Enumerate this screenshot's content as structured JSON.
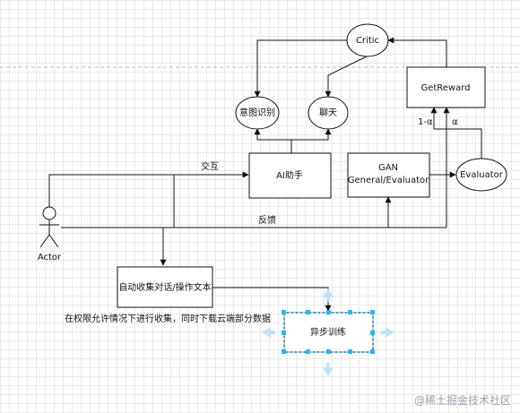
{
  "nodes": {
    "critic": "Critic",
    "intent": "意图识别",
    "chat": "聊天",
    "getreward": "GetReward",
    "ai_assistant": "AI助手",
    "gan_line1": "GAN",
    "gan_line2": "General/Evaluator",
    "evaluator": "Evaluator",
    "actor": "Actor",
    "auto_collect": "自动收集对话/操作文本",
    "async_train": "异步训练"
  },
  "edges": {
    "interact": "交互",
    "feedback": "反馈",
    "one_minus_alpha": "1-α",
    "alpha": "α"
  },
  "notes": {
    "collect_note": "在权限允许情况下进行收集，同时下载云端部分数据"
  },
  "watermark": "@稀土掘金技术社区"
}
